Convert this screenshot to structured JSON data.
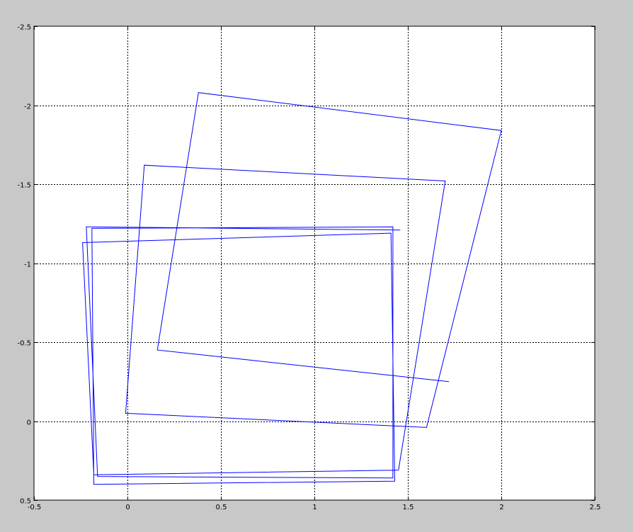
{
  "chart_data": {
    "type": "line",
    "title": "",
    "xlabel": "",
    "ylabel": "",
    "xlim": [
      -0.5,
      2.5
    ],
    "ylim": [
      -2.5,
      0.5
    ],
    "y_reversed": true,
    "grid": true,
    "grid_style": "dotted",
    "x_ticks": [
      -0.5,
      0,
      0.5,
      1,
      1.5,
      2,
      2.5
    ],
    "x_tick_labels": [
      "-0.5",
      "0",
      "0.5",
      "1",
      "1.5",
      "2",
      "2.5"
    ],
    "y_ticks": [
      -2.5,
      -2,
      -1.5,
      -1,
      -0.5,
      0,
      0.5
    ],
    "y_tick_labels": [
      "-2.5",
      "-2",
      "-1.5",
      "-1",
      "-0.5",
      "0",
      "0.5"
    ],
    "series": [
      {
        "color": "#0000ff",
        "points": [
          [
            1.46,
            -1.21
          ],
          [
            -0.22,
            -1.23
          ],
          [
            -0.16,
            0.35
          ],
          [
            1.42,
            0.36
          ],
          [
            1.42,
            -1.23
          ],
          [
            -0.19,
            -1.22
          ],
          [
            -0.18,
            0.4
          ],
          [
            1.43,
            0.38
          ],
          [
            1.41,
            -1.19
          ],
          [
            -0.24,
            -1.13
          ],
          [
            -0.18,
            0.34
          ],
          [
            1.45,
            0.31
          ],
          [
            1.7,
            -1.52
          ],
          [
            0.09,
            -1.62
          ],
          [
            -0.01,
            -0.05
          ],
          [
            1.6,
            0.04
          ],
          [
            2.0,
            -1.84
          ],
          [
            0.38,
            -2.08
          ],
          [
            0.16,
            -0.45
          ],
          [
            1.72,
            -0.25
          ]
        ]
      }
    ]
  }
}
